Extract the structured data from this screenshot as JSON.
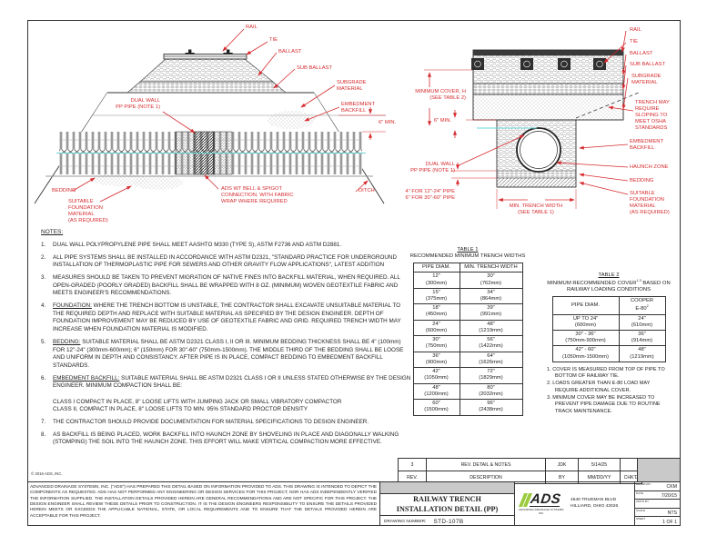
{
  "page": {
    "copyright": "© 2016 ADS, INC."
  },
  "left_diagram": {
    "labels": {
      "rail": "RAIL",
      "tie": "TIE",
      "ballast": "BALLAST",
      "sub_ballast": "SUB BALLAST",
      "subgrade": "SUBGRADE\nMATERIAL",
      "embedment": "EMBEDMENT\nBACKFILL",
      "dual_wall": "DUAL WALL\nPP PIPE (NOTE 1)",
      "six_min": "6\" MIN.",
      "bedding": "BEDDING",
      "foundation": "SUITABLE\nFOUNDATION\nMATERIAL\n(AS REQUIRED)",
      "connection": "ADS WT BELL & SPIGOT\nCONNECTION, WITH FABRIC\nWRAP WHERE REQUIRED",
      "ditch": "DITCH"
    }
  },
  "right_diagram": {
    "labels": {
      "min_cover": "MINIMUM COVER, H\n(SEE TABLE 2)",
      "six_min": "6\" MIN.",
      "dual_wall": "DUAL WALL\nPP PIPE (NOTE 1)",
      "bedding_depth": "4\" FOR 12\"-24\" PIPE\n6\" FOR 30\"-60\" PIPE",
      "trench_width": "MIN. TRENCH WIDTH\n(SEE TABLE 1)",
      "rail": "RAIL",
      "tie": "TIE",
      "ballast": "BALLAST",
      "sub_ballast": "SUB BALLAST",
      "subgrade": "SUBGRADE\nMATERIAL",
      "osha": "TRENCH MAY\nREQUIRE\nSLOPING TO\nMEET OSHA\nSTANDARDS",
      "embedment": "EMBEDMENT\nBACKFILL",
      "haunch": "HAUNCH ZONE",
      "bedding": "BEDDING",
      "foundation": "SUITABLE\nFOUNDATION\nMATERIAL\n(AS REQUIRED)"
    }
  },
  "notes": {
    "heading": "NOTES:",
    "items": [
      {
        "lead": "",
        "text": "DUAL WALL POLYPROPYLENE PIPE SHALL MEET AASHTO M330 (TYPE S), ASTM F2736 AND ASTM D2881."
      },
      {
        "lead": "",
        "text": "ALL PIPE SYSTEMS SHALL BE INSTALLED IN ACCORDANCE WITH ASTM D2321, \"STANDARD PRACTICE FOR UNDERGROUND INSTALLATION OF THERMOPLASTIC PIPE FOR SEWERS AND OTHER GRAVITY FLOW APPLICATIONS\", LATEST ADDITION"
      },
      {
        "lead": "",
        "text": "MEASURES SHOULD BE TAKEN TO PREVENT MIGRATION OF NATIVE FINES INTO BACKFILL MATERIAL, WHEN REQUIRED. ALL OPEN-GRADED (POORLY GRADED) BACKFILL SHALL BE WRAPPED WITH 8 OZ. (MINIMUM) WOVEN GEOTEXTILE FABRIC AND MEETS ENGINEER'S RECOMMENDATIONS."
      },
      {
        "lead": "FOUNDATION:",
        "text": "  WHERE THE TRENCH BOTTOM IS UNSTABLE, THE CONTRACTOR SHALL EXCAVATE UNSUITABLE MATERIAL TO THE REQUIRED DEPTH AND REPLACE WITH SUITABLE MATERIAL AS SPECIFIED BY THE DESIGN ENGINEER. DEPTH OF FOUNDATION IMPROVEMENT MAY BE REDUCED BY USE OF GEOTEXTILE FABRIC AND GRID. REQUIRED TRENCH WIDTH MAY INCREASE WHEN FOUNDATION MATERIAL IS MODIFIED."
      },
      {
        "lead": "BEDDING:",
        "text": "  SUITABLE MATERIAL SHALL BE ASTM D2321 CLASS I, II OR III. MINIMUM BEDDING THICKNESS SHALL BE 4\" (100mm) FOR 12\"-24\" (300mm-600mm); 6\" (150mm) FOR 30\"-60\" (750mm-1500mm). THE MIDDLE THIRD OF THE BEDDING SHALL BE LOOSE AND UNIFORM IN DEPTH AND CONSISTANCY. AFTER PIPE IS IN PLACE, COMPACT BEDDING TO EMBEDMENT BACKFILL STANDARDS."
      },
      {
        "lead": "EMBEDMENT BACKFILL:",
        "text": "  SUITABLE MATERIAL SHALL BE ASTM D2321 CLASS I OR II UNLESS STATED OTHERWISE BY THE DESIGN ENGINEER. MINIMUM COMPACTION SHALL BE:\n\nCLASS I COMPACT IN PLACE, 8\" LOOSE LIFTS WITH JUMPING JACK OR SMALL VIBRATORY COMPACTOR\nCLASS II, COMPACT IN PLACE, 8\" LOOSE LIFTS TO MIN. 95% STANDARD PROCTOR DENSITY"
      },
      {
        "lead": "",
        "text": "THE CONTRACTOR SHOULD PROVIDE DOCUMENTATION FOR MATERIAL SPECIFICATIONS TO DESIGN  ENGINEER."
      },
      {
        "lead": "",
        "text": "AS BACKFILL IS BEING PLACED, WORK BACKFILL INTO HAUNCH ZONE BY SHOVELING IN PLACE AND  DIAGONALLY WALKING (STOMPING) THE SOIL INTO THE HAUNCH ZONE. THIS EFFORT WILL MAKE VERTICAL COMPACTION MORE EFFECTIVE."
      }
    ]
  },
  "table1": {
    "title": "TABLE 1",
    "subtitle": "RECOMMENDED MINIMUM TRENCH WIDTHS",
    "headers": [
      "PIPE DIAM.",
      "MIN. TRENCH WIDTH"
    ],
    "rows": [
      [
        "12\"\n(300mm)",
        "30\"\n(762mm)"
      ],
      [
        "15\"\n(375mm)",
        "34\"\n(864mm)"
      ],
      [
        "18\"\n(450mm)",
        "39\"\n(991mm)"
      ],
      [
        "24\"\n(600mm)",
        "48\"\n(1219mm)"
      ],
      [
        "30\"\n(750mm)",
        "56\"\n(1422mm)"
      ],
      [
        "36\"\n(900mm)",
        "64\"\n(1626mm)"
      ],
      [
        "42\"\n(1050mm)",
        "72\"\n(1829mm)"
      ],
      [
        "48\"\n(1200mm)",
        "80\"\n(2032mm)"
      ],
      [
        "60\"\n(1500mm)",
        "96\"\n(2438mm)"
      ]
    ]
  },
  "table2": {
    "title": "TABLE 2",
    "subtitle_pre": "MINIMUM RECOMMENDED COVER",
    "subtitle_sup": "1,3",
    "subtitle_post": " BASED ON RAILWAY LOADING CONDITIONS",
    "header_col1": "PIPE DIAM.",
    "header_col2_pre": "COOPER\nE-80",
    "header_col2_sup": "2",
    "rows": [
      [
        "UP TO 24\"\n(600mm)",
        "24\"\n(610mm)"
      ],
      [
        "30\" - 36\"\n(750mm-900mm)",
        "36\"\n(914mm)"
      ],
      [
        "42\" - 60\"\n(1050mm-1500mm)",
        "48\"\n(1219mm)"
      ]
    ],
    "footnotes": [
      "1.  COVER IS MEASURED FROM TOP OF PIPE TO BOTTOM OF RAILWAY TIE.",
      "2.  LOADS GREATER THAN E-80 LOAD MAY REQUIRE ADDITIONAL COVER.",
      "3.  MINIMUM COVER MAY BE INCREASED TO PREVENT PIPE DAMAGE DUE TO ROUTINE TRACK MAINTENANCE."
    ]
  },
  "rev_table": {
    "entry": {
      "rev": "3",
      "description": "REV. DETAIL & NOTES",
      "by": "JDK",
      "date": "5/14/25",
      "chkd": ""
    },
    "headers": {
      "rev": "REV.",
      "description": "DESCRIPTION",
      "by": "BY",
      "date": "MM/DD/YY",
      "chkd": "CHK'D"
    }
  },
  "title_block": {
    "disclaimer": "ADVANCED DRAINAGE SYSTEMS, INC. (\"ADS\") HAS PREPARED THIS DETAIL BASED ON INFORMATION PROVIDED TO ADS.  THIS DRAWING IS INTENDED TO DEPICT THE COMPONENTS AS REQUESTED.  ADS HAS NOT PERFORMED ANY ENGINEERING OR DESIGN SERVICES FOR THIS PROJECT, NOR HAS ADS INDEPENDENTLY VERIFIED THE INFORMATION SUPPLIED.  THE INSTALLATION DETAILS PROVIDED HEREIN ARE GENERAL RECOMMENDATIONS AND ARE NOT SPECIFIC FOR THIS PROJECT.  THE DESIGN ENGINEER SHALL REVIEW THESE DETAILS PRIOR TO CONSTRUCTION.  IT IS THE DESIGN ENGINEERS RESPONSIBILITY TO ENSURE THE DETAILS PROVIDED HEREIN MEETS OR EXCEEDS THE APPLICABLE NATIONAL, STATE, OR LOCAL REQUIREMENTS AND TO ENSURE THAT THE DETAILS PROVIDED HEREIN ARE ACCEPTABLE FOR THIS PROJECT.",
    "title": "RAILWAY  TRENCH\nINSTALLATION  DETAIL  (PP)",
    "drawing_number_label": "DRAWING NUMBER:",
    "drawing_number": "STD-107B",
    "logo_text": "ADS",
    "logo_tagline": "ADVANCED DRAINAGE SYSTEMS, INC.",
    "address": "4640 TRUEMAN BLVD\nHILLIARD, OHIO 43026",
    "fields": [
      {
        "label": "DRAWN BY",
        "value": "CKM"
      },
      {
        "label": "DATE",
        "value": "7/20/15"
      },
      {
        "label": "APP'D BY",
        "value": ""
      },
      {
        "label": "SCALE",
        "value": "NTS"
      },
      {
        "label": "SHEET",
        "value": "1 OF 1"
      }
    ]
  },
  "colors": {
    "accent_red": "#d62b2f",
    "centerline_cyan": "#6ad4d4",
    "block_gray": "#c9c9c9"
  }
}
